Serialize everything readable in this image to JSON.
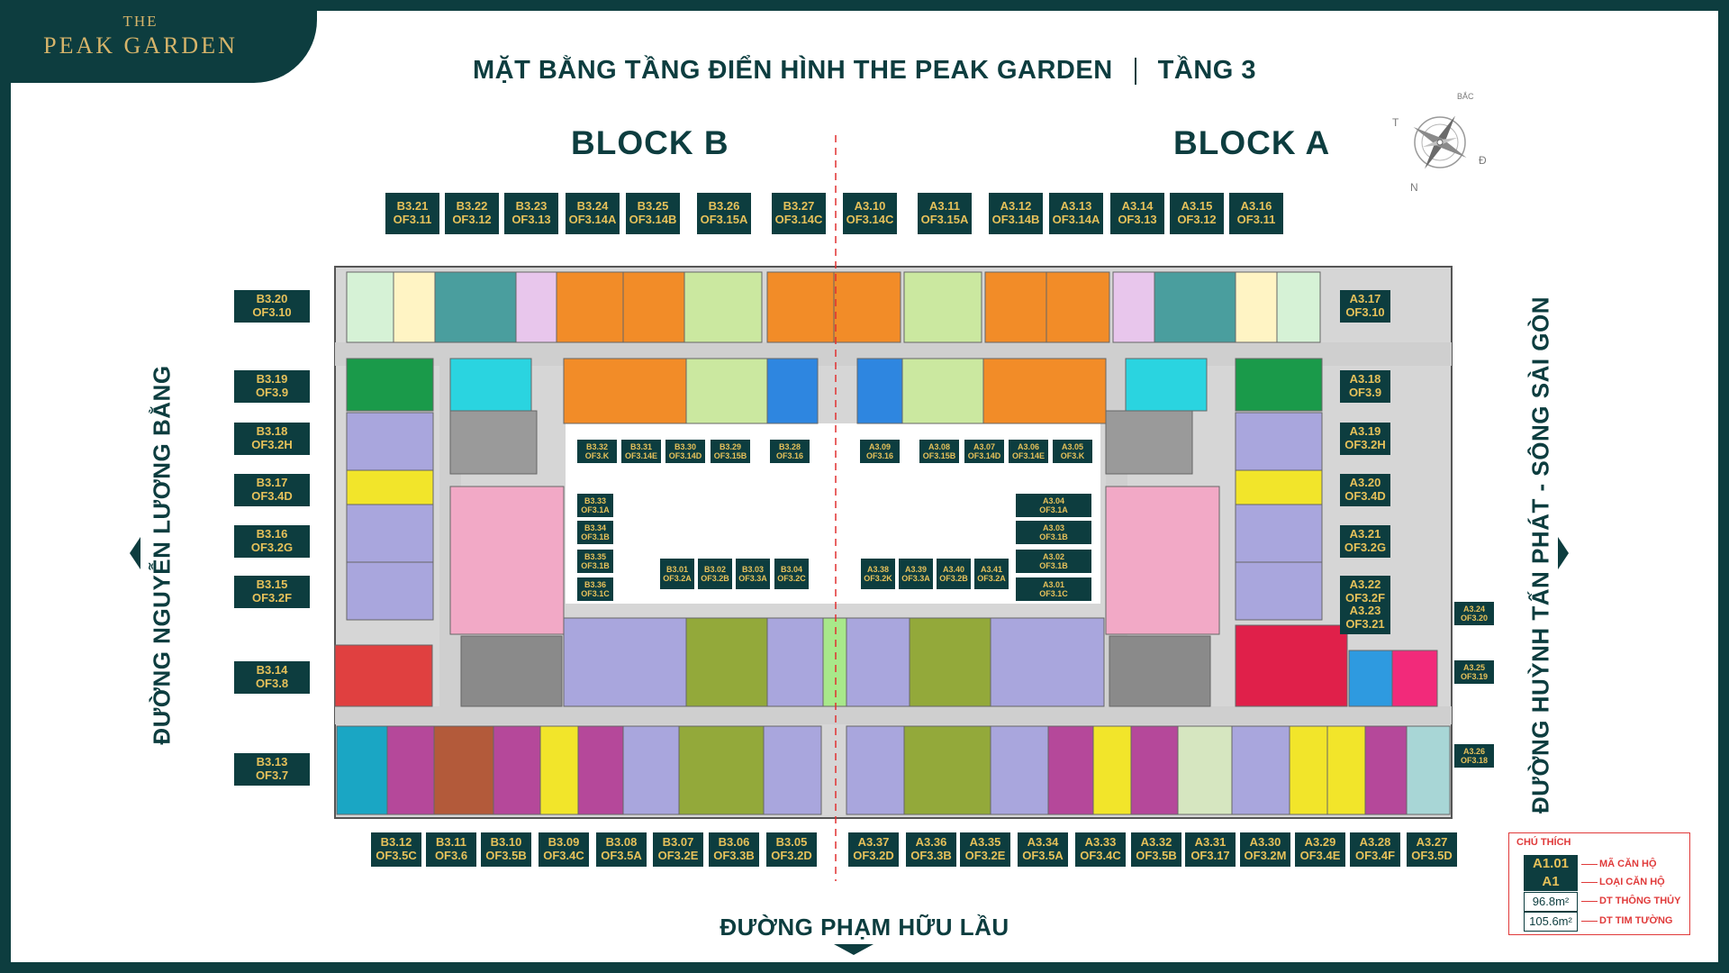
{
  "logo": {
    "line1": "THE",
    "line2": "PEAK GARDEN"
  },
  "title": {
    "main": "MẶT BẰNG TẦNG ĐIỂN HÌNH THE PEAK GARDEN",
    "floor": "TẦNG 3"
  },
  "blocks": {
    "left": "BLOCK B",
    "right": "BLOCK A"
  },
  "compass": {
    "north": "BẮC",
    "south": "N",
    "east": "Đ",
    "west": "T"
  },
  "roads": {
    "left": "ĐƯỜNG NGUYỄN LƯƠNG BẰNG",
    "right": "ĐƯỜNG HUỲNH TẤN PHÁT - SÔNG SÀI GÒN",
    "bottom": "ĐƯỜNG PHẠM HỮU LẦU"
  },
  "legend": {
    "title": "CHÚ THÍCH",
    "code": "A1.01",
    "type": "A1",
    "area_clear": "96.8m²",
    "area_wall": "105.6m²",
    "label_code": "MÃ CĂN HỘ",
    "label_type": "LOẠI CĂN HỘ",
    "label_clear": "DT THÔNG THỦY",
    "label_wall": "DT TIM TƯỜNG"
  },
  "colors": {
    "brand": "#0d3d3f",
    "gold": "#e6c15a",
    "orange": "#f28c28",
    "lime": "#cbe8a0",
    "cyan": "#2ad4e0",
    "green": "#1a9a4a",
    "lavender": "#a9a6dd",
    "yellow": "#f2e52a",
    "pink": "#f2a9c6",
    "teal": "#4a9e9e",
    "red": "#e04040",
    "magenta": "#b5489a",
    "olive": "#93a93a",
    "blue": "#2e86e0"
  },
  "units_top": [
    {
      "a": "B3.21",
      "b": "OF3.11"
    },
    {
      "a": "B3.22",
      "b": "OF3.12"
    },
    {
      "a": "B3.23",
      "b": "OF3.13"
    },
    {
      "a": "B3.24",
      "b": "OF3.14A"
    },
    {
      "a": "B3.25",
      "b": "OF3.14B"
    },
    {
      "a": "B3.26",
      "b": "OF3.15A"
    },
    {
      "a": "B3.27",
      "b": "OF3.14C"
    },
    {
      "a": "A3.10",
      "b": "OF3.14C"
    },
    {
      "a": "A3.11",
      "b": "OF3.15A"
    },
    {
      "a": "A3.12",
      "b": "OF3.14B"
    },
    {
      "a": "A3.13",
      "b": "OF3.14A"
    },
    {
      "a": "A3.14",
      "b": "OF3.13"
    },
    {
      "a": "A3.15",
      "b": "OF3.12"
    },
    {
      "a": "A3.16",
      "b": "OF3.11"
    }
  ],
  "units_left": [
    {
      "a": "B3.20",
      "b": "OF3.10"
    },
    {
      "a": "B3.19",
      "b": "OF3.9"
    },
    {
      "a": "B3.18",
      "b": "OF3.2H"
    },
    {
      "a": "B3.17",
      "b": "OF3.4D"
    },
    {
      "a": "B3.16",
      "b": "OF3.2G"
    },
    {
      "a": "B3.15",
      "b": "OF3.2F"
    },
    {
      "a": "B3.14",
      "b": "OF3.8"
    },
    {
      "a": "B3.13",
      "b": "OF3.7"
    }
  ],
  "units_right": [
    {
      "a": "A3.17",
      "b": "OF3.10"
    },
    {
      "a": "A3.18",
      "b": "OF3.9"
    },
    {
      "a": "A3.19",
      "b": "OF3.2H"
    },
    {
      "a": "A3.20",
      "b": "OF3.4D"
    },
    {
      "a": "A3.21",
      "b": "OF3.2G"
    },
    {
      "a": "A3.22",
      "b": "OF3.2F"
    },
    {
      "a": "A3.23",
      "b": "OF3.21"
    }
  ],
  "units_right_small": [
    {
      "a": "A3.24",
      "b": "OF3.20"
    },
    {
      "a": "A3.25",
      "b": "OF3.19"
    },
    {
      "a": "A3.26",
      "b": "OF3.18"
    }
  ],
  "units_bottom": [
    {
      "a": "B3.12",
      "b": "OF3.5C"
    },
    {
      "a": "B3.11",
      "b": "OF3.6"
    },
    {
      "a": "B3.10",
      "b": "OF3.5B"
    },
    {
      "a": "B3.09",
      "b": "OF3.4C"
    },
    {
      "a": "B3.08",
      "b": "OF3.5A"
    },
    {
      "a": "B3.07",
      "b": "OF3.2E"
    },
    {
      "a": "B3.06",
      "b": "OF3.3B"
    },
    {
      "a": "B3.05",
      "b": "OF3.2D"
    },
    {
      "a": "A3.37",
      "b": "OF3.2D"
    },
    {
      "a": "A3.36",
      "b": "OF3.3B"
    },
    {
      "a": "A3.35",
      "b": "OF3.2E"
    },
    {
      "a": "A3.34",
      "b": "OF3.5A"
    },
    {
      "a": "A3.33",
      "b": "OF3.4C"
    },
    {
      "a": "A3.32",
      "b": "OF3.5B"
    },
    {
      "a": "A3.31",
      "b": "OF3.17"
    },
    {
      "a": "A3.30",
      "b": "OF3.2M"
    },
    {
      "a": "A3.29",
      "b": "OF3.4E"
    },
    {
      "a": "A3.28",
      "b": "OF3.4F"
    },
    {
      "a": "A3.27",
      "b": "OF3.5D"
    }
  ],
  "units_inner_top": [
    {
      "a": "B3.32",
      "b": "OF3.K"
    },
    {
      "a": "B3.31",
      "b": "OF3.14E"
    },
    {
      "a": "B3.30",
      "b": "OF3.14D"
    },
    {
      "a": "B3.29",
      "b": "OF3.15B"
    },
    {
      "a": "B3.28",
      "b": "OF3.16"
    },
    {
      "a": "A3.09",
      "b": "OF3.16"
    },
    {
      "a": "A3.08",
      "b": "OF3.15B"
    },
    {
      "a": "A3.07",
      "b": "OF3.14D"
    },
    {
      "a": "A3.06",
      "b": "OF3.14E"
    },
    {
      "a": "A3.05",
      "b": "OF3.K"
    }
  ],
  "units_inner_left": [
    {
      "a": "B3.33",
      "b": "OF3.1A"
    },
    {
      "a": "B3.34",
      "b": "OF3.1B"
    },
    {
      "a": "B3.35",
      "b": "OF3.1B"
    },
    {
      "a": "B3.36",
      "b": "OF3.1C"
    }
  ],
  "units_inner_right": [
    {
      "a": "A3.04",
      "b": "OF3.1A"
    },
    {
      "a": "A3.03",
      "b": "OF3.1B"
    },
    {
      "a": "A3.02",
      "b": "OF3.1B"
    },
    {
      "a": "A3.01",
      "b": "OF3.1C"
    }
  ],
  "units_inner_bottom": [
    {
      "a": "B3.01",
      "b": "OF3.2A"
    },
    {
      "a": "B3.02",
      "b": "OF3.2B"
    },
    {
      "a": "B3.03",
      "b": "OF3.3A"
    },
    {
      "a": "B3.04",
      "b": "OF3.2C"
    },
    {
      "a": "A3.38",
      "b": "OF3.2K"
    },
    {
      "a": "A3.39",
      "b": "OF3.3A"
    },
    {
      "a": "A3.40",
      "b": "OF3.2B"
    },
    {
      "a": "A3.41",
      "b": "OF3.2A"
    }
  ]
}
